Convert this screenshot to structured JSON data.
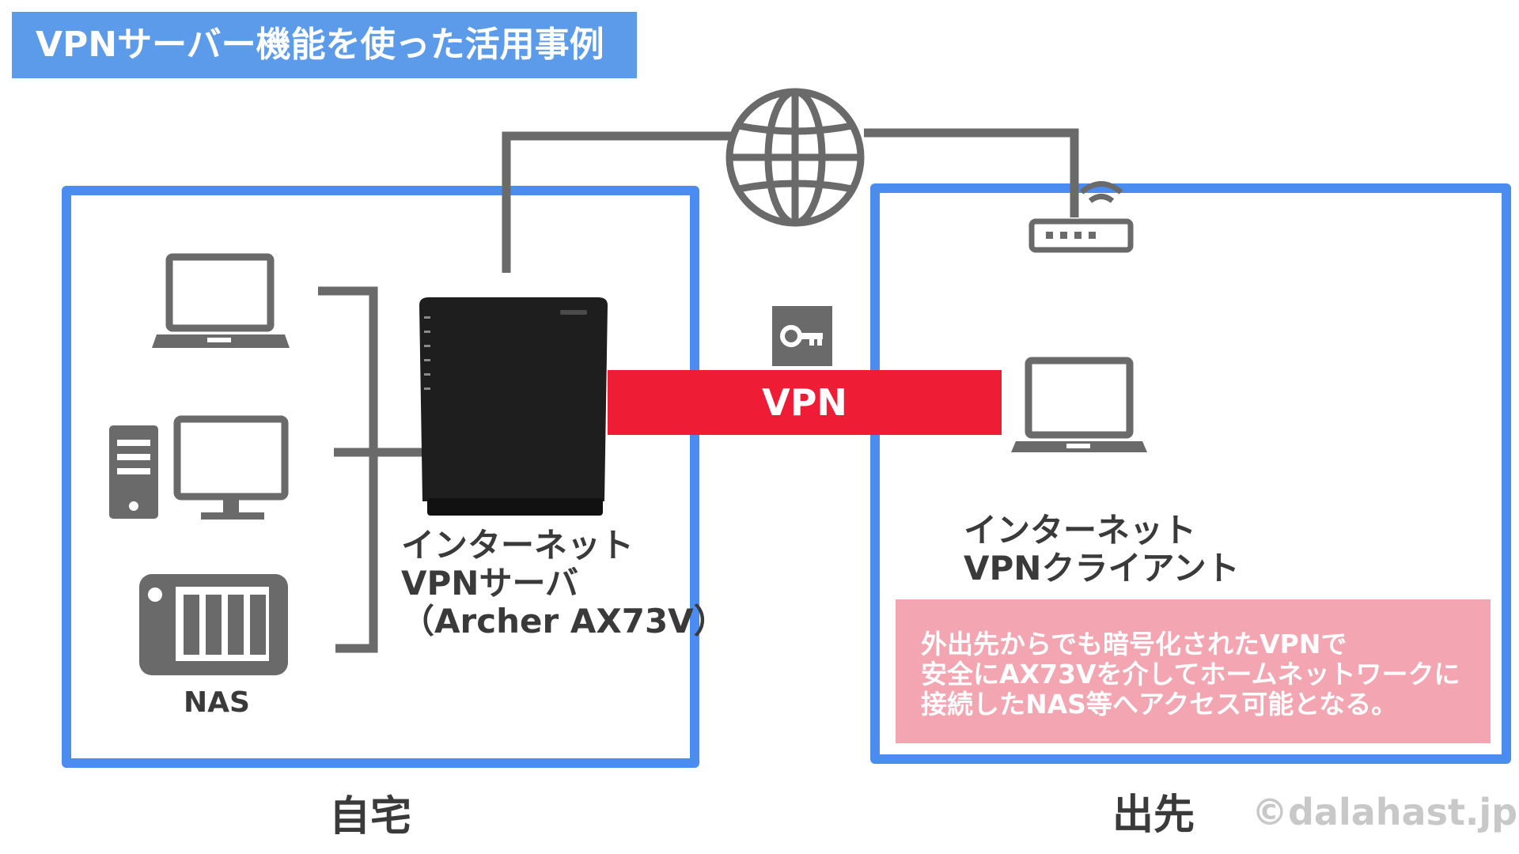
{
  "title": "VPNサーバー機能を使った活用事例",
  "home": {
    "label": "自宅",
    "nas_label": "NAS",
    "server_label_lines": [
      "インターネット",
      "VPNサーバ",
      "（Archer AX73V）"
    ]
  },
  "remote": {
    "label": "出先",
    "client_label_lines": [
      "インターネット",
      "VPNクライアント"
    ]
  },
  "vpn_label": "VPN",
  "note_lines": [
    "外出先からでも暗号化されたVPNで",
    "安全にAX73Vを介してホームネットワークに",
    "接続したNAS等へアクセス可能となる。"
  ],
  "copyright": "©dalahast.jp",
  "colors": {
    "banner": "#5b9bea",
    "box_border": "#4a8cef",
    "icon_gray": "#6a6a6a",
    "vpn_red": "#ef1c35",
    "note_pink": "#f3a6b2"
  },
  "icons": [
    "globe-icon",
    "key-icon",
    "wifi-router-icon",
    "laptop-icon",
    "desktop-pc-icon",
    "nas-icon",
    "router-device"
  ]
}
